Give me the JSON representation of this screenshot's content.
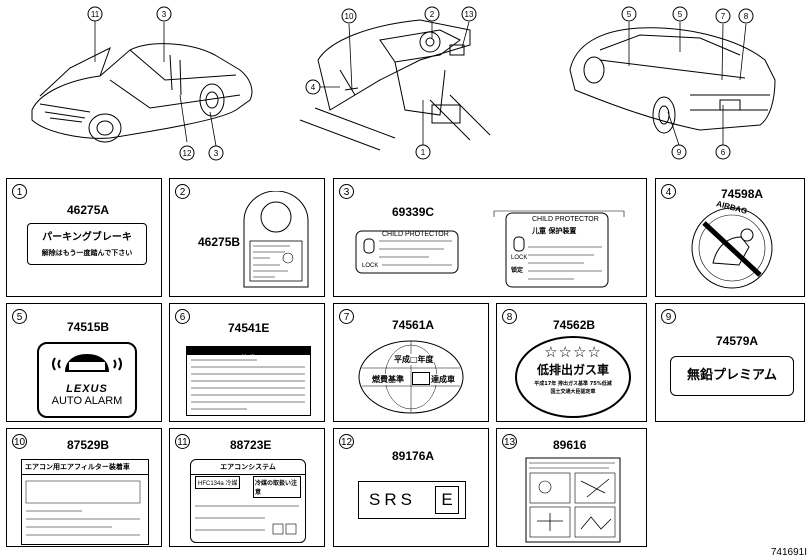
{
  "callouts": [
    "11",
    "3",
    "12",
    "3",
    "10",
    "2",
    "13",
    "4",
    "1",
    "5",
    "5",
    "7",
    "8",
    "9",
    "6"
  ],
  "panels": [
    {
      "num": "1",
      "part": "46275A",
      "lines": [
        "パーキングブレーキ",
        "解除はもう一度踏んで下さい"
      ]
    },
    {
      "num": "2",
      "part": "46275B"
    },
    {
      "num": "3",
      "part": "69339C",
      "left_title": "CHILD PROTECTOR",
      "left_lock": "LOCK",
      "right_title": "CHILD PROTECTOR",
      "right_sub": "儿童 保护装置",
      "right_lock": "LOCK",
      "right_lock2": "锁定"
    },
    {
      "num": "4",
      "part": "74598A",
      "ring_text": "AIRBAG"
    },
    {
      "num": "5",
      "part": "74515B",
      "brand": "LEXUS",
      "caption": "AUTO ALARM"
    },
    {
      "num": "6",
      "part": "74541E",
      "title": "注 意"
    },
    {
      "num": "7",
      "part": "74561A",
      "top": "平成□年度",
      "bottom_left": "燃費基準",
      "bottom_right": "達成車"
    },
    {
      "num": "8",
      "part": "74562B",
      "stars": "☆☆☆☆",
      "main": "低排出ガス車",
      "sub1": "平成17年 排出ガス基準 75%低減",
      "sub2": "国土交通大臣認定車"
    },
    {
      "num": "9",
      "part": "74579A",
      "text": "無鉛プレミアム"
    },
    {
      "num": "10",
      "part": "87529B",
      "title": "エアコン用エアフィルター装着車"
    },
    {
      "num": "11",
      "part": "88723E",
      "title": "エアコンシステム",
      "cell1": "HFC134a 冷媒",
      "cell2": "冷媒の取扱い注意"
    },
    {
      "num": "12",
      "part": "89176A",
      "srs": "SRS",
      "e": "E"
    },
    {
      "num": "13",
      "part": "89616"
    }
  ],
  "diagram_id": "741691I"
}
